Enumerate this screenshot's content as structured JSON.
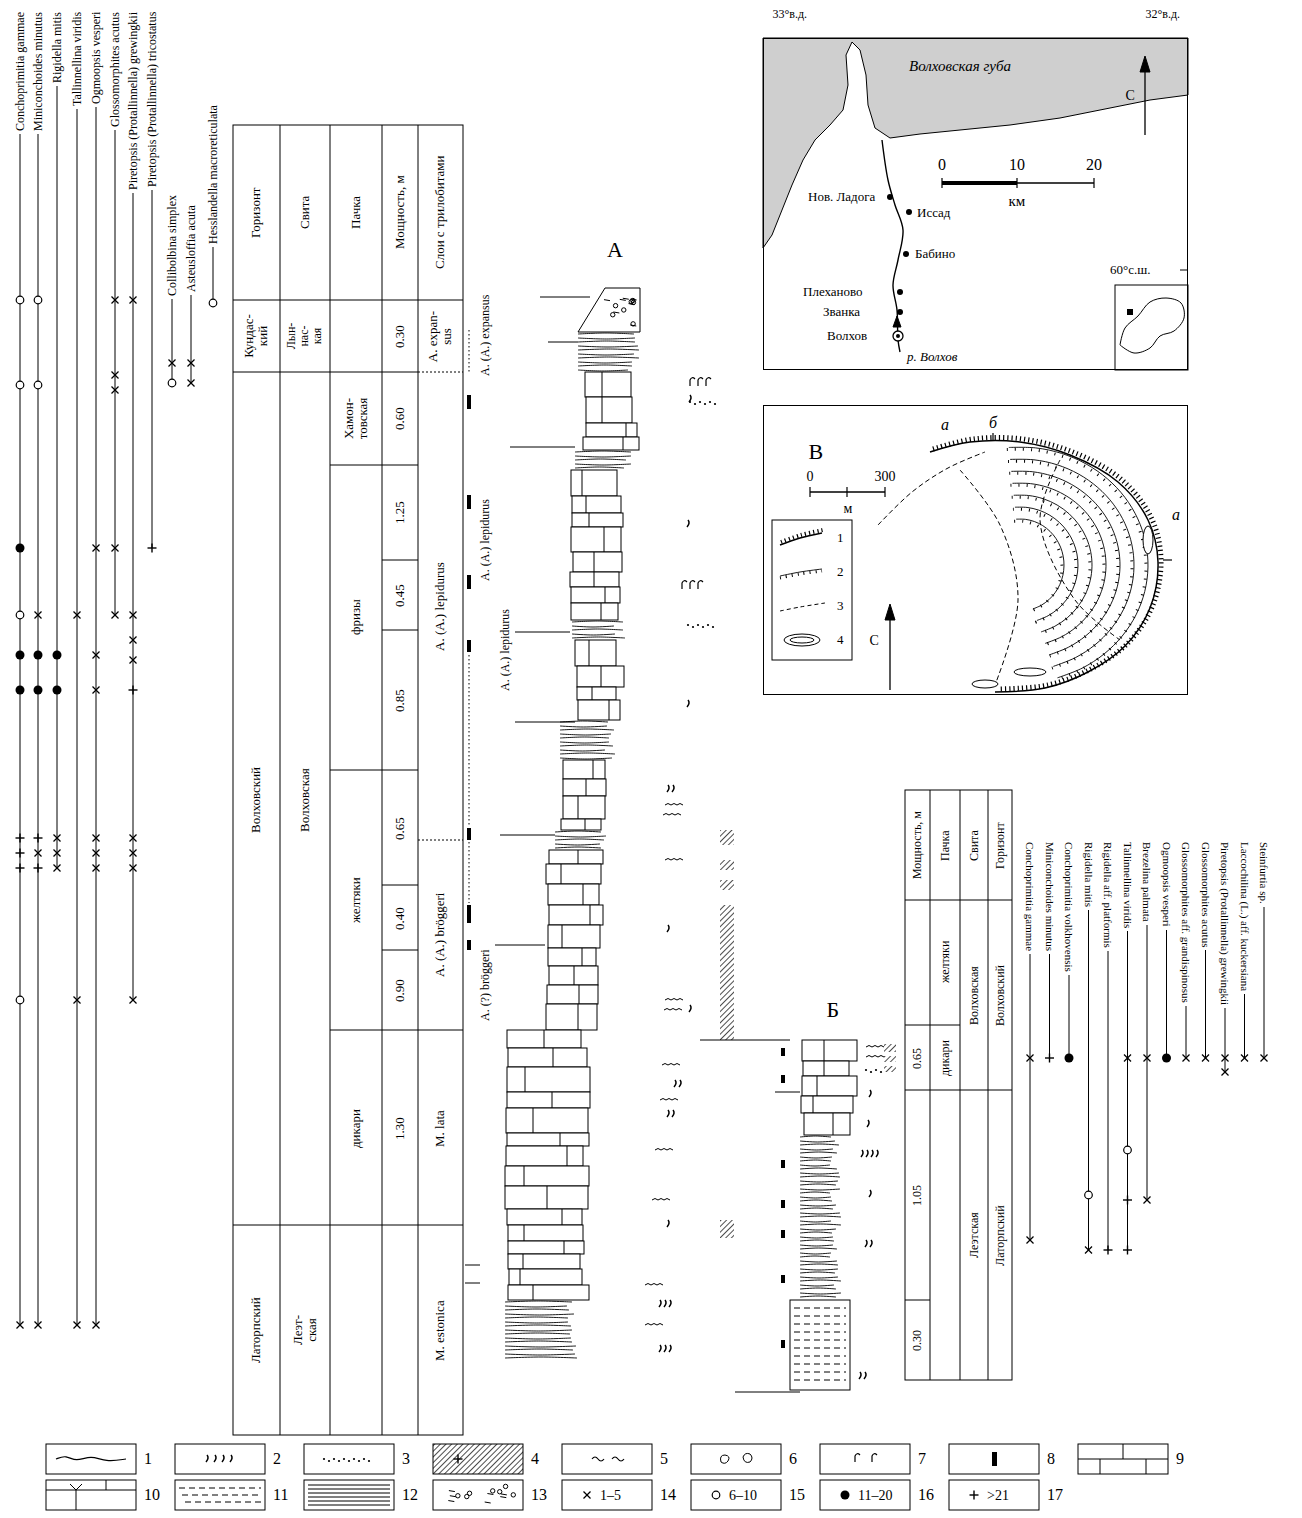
{
  "diagram": {
    "nodes": [
      {
        "text": [
          "Волховская губа",
          "Нов. Ладога",
          "Иссад",
          "Бабино",
          "Плеханово",
          "Званка",
          "Волхов",
          "р. Волхов",
          "С",
          "0",
          "10",
          "20",
          "км",
          "60°с.ш."
        ]
      },
      {
        "text": [
          "В",
          "0",
          "300",
          "м",
          "а",
          "б",
          "а",
          "С"
        ]
      }
    ],
    "labels": [
      "33°в.д.",
      "32°в.д.",
      "Conchoprimitia gammae",
      "Miniconchoides minutus",
      "Rigidella mitis",
      "Tallinnellina viridis",
      "Ogmoopsis vesperi",
      "Glossomorphites acutus",
      "Piretopsis (Protallinnella) grewingkii",
      "Piretopsis (Protallinnella) tricostatus",
      "Collibolbina simplex",
      "Asteusloffia acuta",
      "Hesslandella macroreticulata",
      "Горизонт",
      "Свита",
      "Пачка",
      "Мощность, м",
      "Слои с трилобитами",
      "Кундас- кий",
      "Лын- нас- кая",
      "0.30",
      "A. expan- sus",
      "Волховский",
      "Волховская",
      "Хамон- товская",
      "0.60",
      "фризы",
      "1.25",
      "0.45",
      "0.85",
      "A. (A.) lepidurus",
      "желтяки",
      "0.65",
      "0.40",
      "0.90",
      "A. (A.) bröggeri",
      "дикари",
      "1.30",
      "M. lata",
      "Латорпский",
      "Леэт- ская",
      "M. estonica",
      "А",
      "A. (A.) expansus",
      "A. (A.) lepidurus",
      "A. (A.) lepidurus",
      "A. (?) bröggeri",
      "Б",
      "Мощность, м",
      "Пачка",
      "Свита",
      "Горизонт",
      "желтяки",
      "Волховская",
      "Волховский",
      "0.65",
      "дикари",
      "1.05",
      "Леэтская",
      "Латорпский",
      "0.30",
      "Conchoprimitia gammae",
      "Miniconchoides minutus",
      "Conchoprimitia volkhovensis",
      "Rigidella mitis",
      "Rigidella aff. platformis",
      "Tallinnellina viridis",
      "Brezelina palmata",
      "Ogmoopsis vesperi",
      "Glossomorphites aff. grandispinosus",
      "Glossomorphites acutus",
      "Piretopsis (Protallinnella) grewingkii",
      "Laccochilina (L.) aff. kuckersiana",
      "Steinfurtia sp.",
      "1–5",
      "6–10",
      "11–20",
      ">21"
    ],
    "legend": [
      {
        "text": "1"
      },
      {
        "text": "2"
      },
      {
        "text": "3"
      },
      {
        "text": "4"
      },
      {
        "text": "5"
      },
      {
        "text": "6"
      },
      {
        "text": "7"
      },
      {
        "text": "8"
      },
      {
        "text": "9"
      },
      {
        "text": "10"
      },
      {
        "text": "11"
      },
      {
        "text": "12"
      },
      {
        "text": "13"
      },
      {
        "text": "14"
      },
      {
        "text": "15"
      },
      {
        "text": "16"
      },
      {
        "text": "17"
      },
      {
        "text": "1"
      },
      {
        "text": "2"
      },
      {
        "text": "3"
      },
      {
        "text": "4"
      }
    ]
  }
}
